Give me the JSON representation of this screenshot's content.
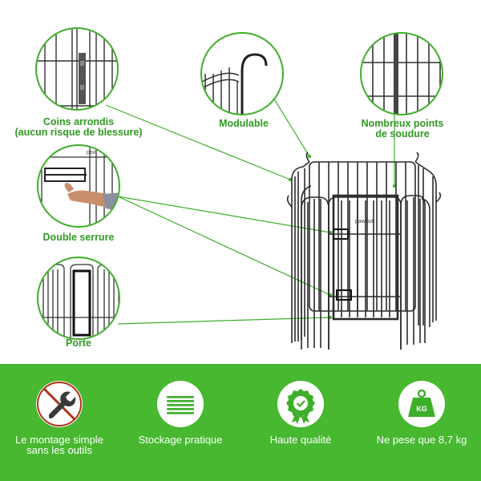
{
  "callouts": {
    "rounded_corners": {
      "line1": "Coins arrondis",
      "line2": "(aucun risque de blessure)"
    },
    "modular": {
      "label": "Modulable"
    },
    "welds": {
      "line1": "Nombreux points",
      "line2": "de soudure"
    },
    "double_lock": {
      "label": "Double serrure"
    },
    "door": {
      "label": "Porte"
    }
  },
  "product": {
    "brand_mark": "pawhut"
  },
  "features": [
    {
      "icon": "no-tools-icon",
      "line1": "Le montage simple",
      "line2": "sans les outils"
    },
    {
      "icon": "stacked-panels-icon",
      "line1": "Stockage pratique",
      "line2": ""
    },
    {
      "icon": "quality-badge-icon",
      "line1": "Haute qualité",
      "line2": ""
    },
    {
      "icon": "weight-kg-icon",
      "line1": "Ne pese que 8,7 kg",
      "line2": "",
      "weight_unit": "KG"
    }
  ],
  "colors": {
    "accent": "#3fae2a",
    "banner": "#47b82f",
    "metal": "#2b2b2b"
  }
}
